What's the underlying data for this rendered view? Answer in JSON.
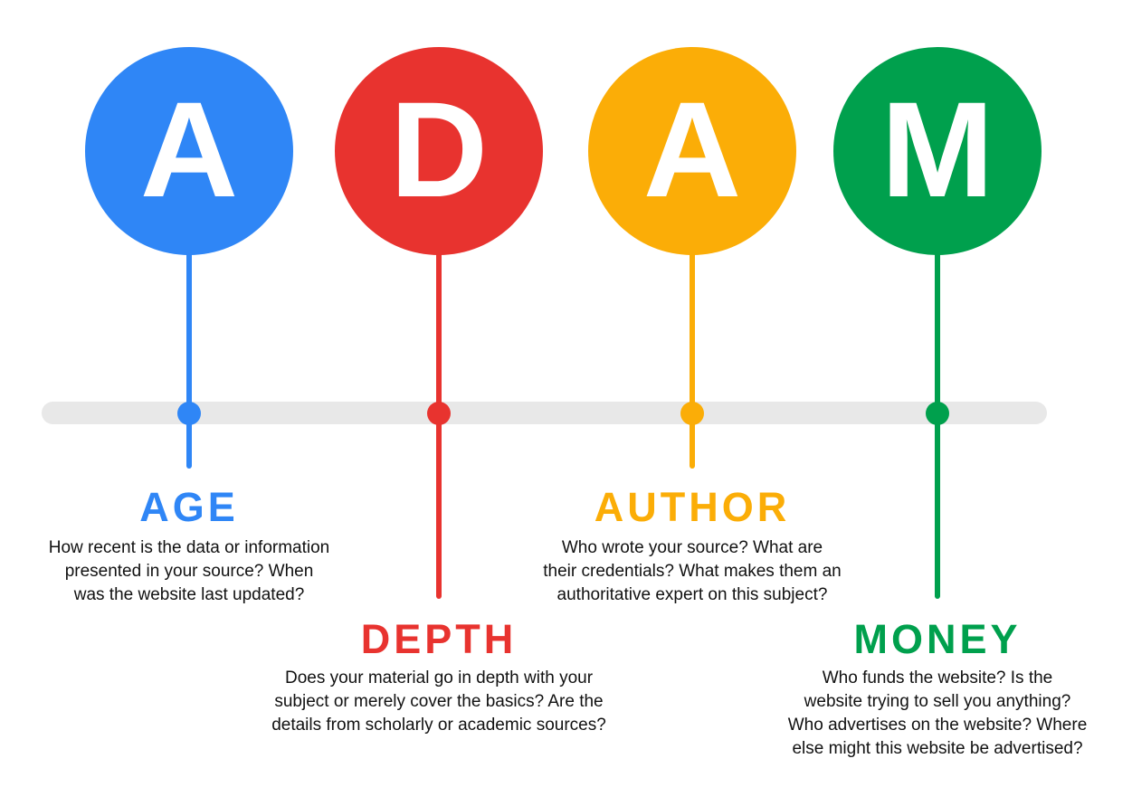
{
  "colors": {
    "blue": "#2f86f6",
    "red": "#e8332f",
    "yellow": "#fbad07",
    "green": "#00a04d",
    "track": "#e8e8e8",
    "text": "#111111"
  },
  "items": [
    {
      "letter": "A",
      "title": "AGE",
      "color": "#2f86f6",
      "lines": [
        "How recent is the data or information",
        "presented in your source? When",
        "was the website last updated?"
      ]
    },
    {
      "letter": "D",
      "title": "DEPTH",
      "color": "#e8332f",
      "lines": [
        "Does your material go in depth with your",
        "subject or merely cover the basics? Are the",
        "details from scholarly or academic sources?"
      ]
    },
    {
      "letter": "A",
      "title": "AUTHOR",
      "color": "#fbad07",
      "lines": [
        "Who wrote your source? What are",
        "their credentials? What makes them an",
        "authoritative expert on this subject?"
      ]
    },
    {
      "letter": "M",
      "title": "MONEY",
      "color": "#00a04d",
      "lines": [
        "Who funds the website? Is the",
        "website trying to sell you anything?",
        "Who advertises on the website? Where",
        "else might this website be advertised?"
      ]
    }
  ]
}
